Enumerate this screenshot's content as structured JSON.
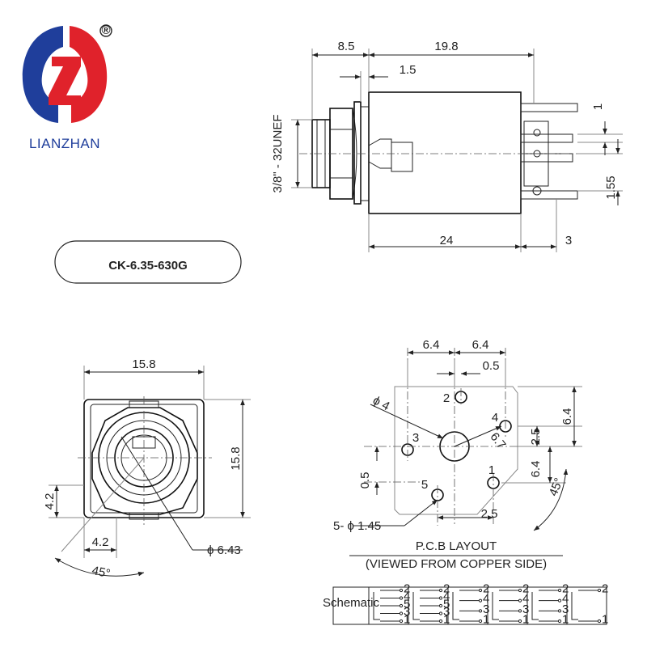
{
  "brand": {
    "name": "LIANZHAN",
    "registered_mark": "®",
    "colors": {
      "red": "#e0222b",
      "blue": "#1f3e9b"
    }
  },
  "part_number": "CK-6.35-630G",
  "side_view": {
    "dims": {
      "d_8_5": "8.5",
      "d_19_8": "19.8",
      "d_1_5": "1.5",
      "d_1": "1",
      "d_1_55": "1.55",
      "d_24": "24",
      "d_3": "3",
      "thread": "3/8\" - 32UNEF"
    }
  },
  "front_view": {
    "dims": {
      "width": "15.8",
      "height": "15.8",
      "d_4_2_v": "4.2",
      "d_4_2_h": "4.2",
      "angle": "45°",
      "diameter": "ϕ 6.43"
    }
  },
  "pcb_layout": {
    "title": "P.C.B LAYOUT",
    "subtitle": "(VIEWED FROM COPPER SIDE)",
    "dims": {
      "d_6_4_a": "6.4",
      "d_6_4_b": "6.4",
      "d_0_5_top": "0.5",
      "d_6_4_right": "6.4",
      "d_2_5_right": "2.5",
      "d_6_7": "6.7",
      "d_6_4_lower": "6.4",
      "d_0_5_left": "0.5",
      "d_2_5_bottom": "2.5",
      "phi4": "ϕ 4",
      "holes": "5- ϕ 1.45",
      "angle": "45°"
    },
    "pins": [
      "1",
      "2",
      "3",
      "4",
      "5"
    ]
  },
  "schematic": {
    "label": "Schematic",
    "cells": [
      {
        "pins": [
          "2",
          "4",
          "5",
          "3",
          "1"
        ]
      },
      {
        "pins": [
          "2",
          "4",
          "5",
          "3",
          "1"
        ]
      },
      {
        "pins": [
          "2",
          "4",
          "3",
          "1"
        ]
      },
      {
        "pins": [
          "2",
          "4",
          "3",
          "1"
        ]
      },
      {
        "pins": [
          "2",
          "4",
          "3",
          "1"
        ]
      },
      {
        "pins": [
          "2",
          "1"
        ]
      }
    ]
  }
}
